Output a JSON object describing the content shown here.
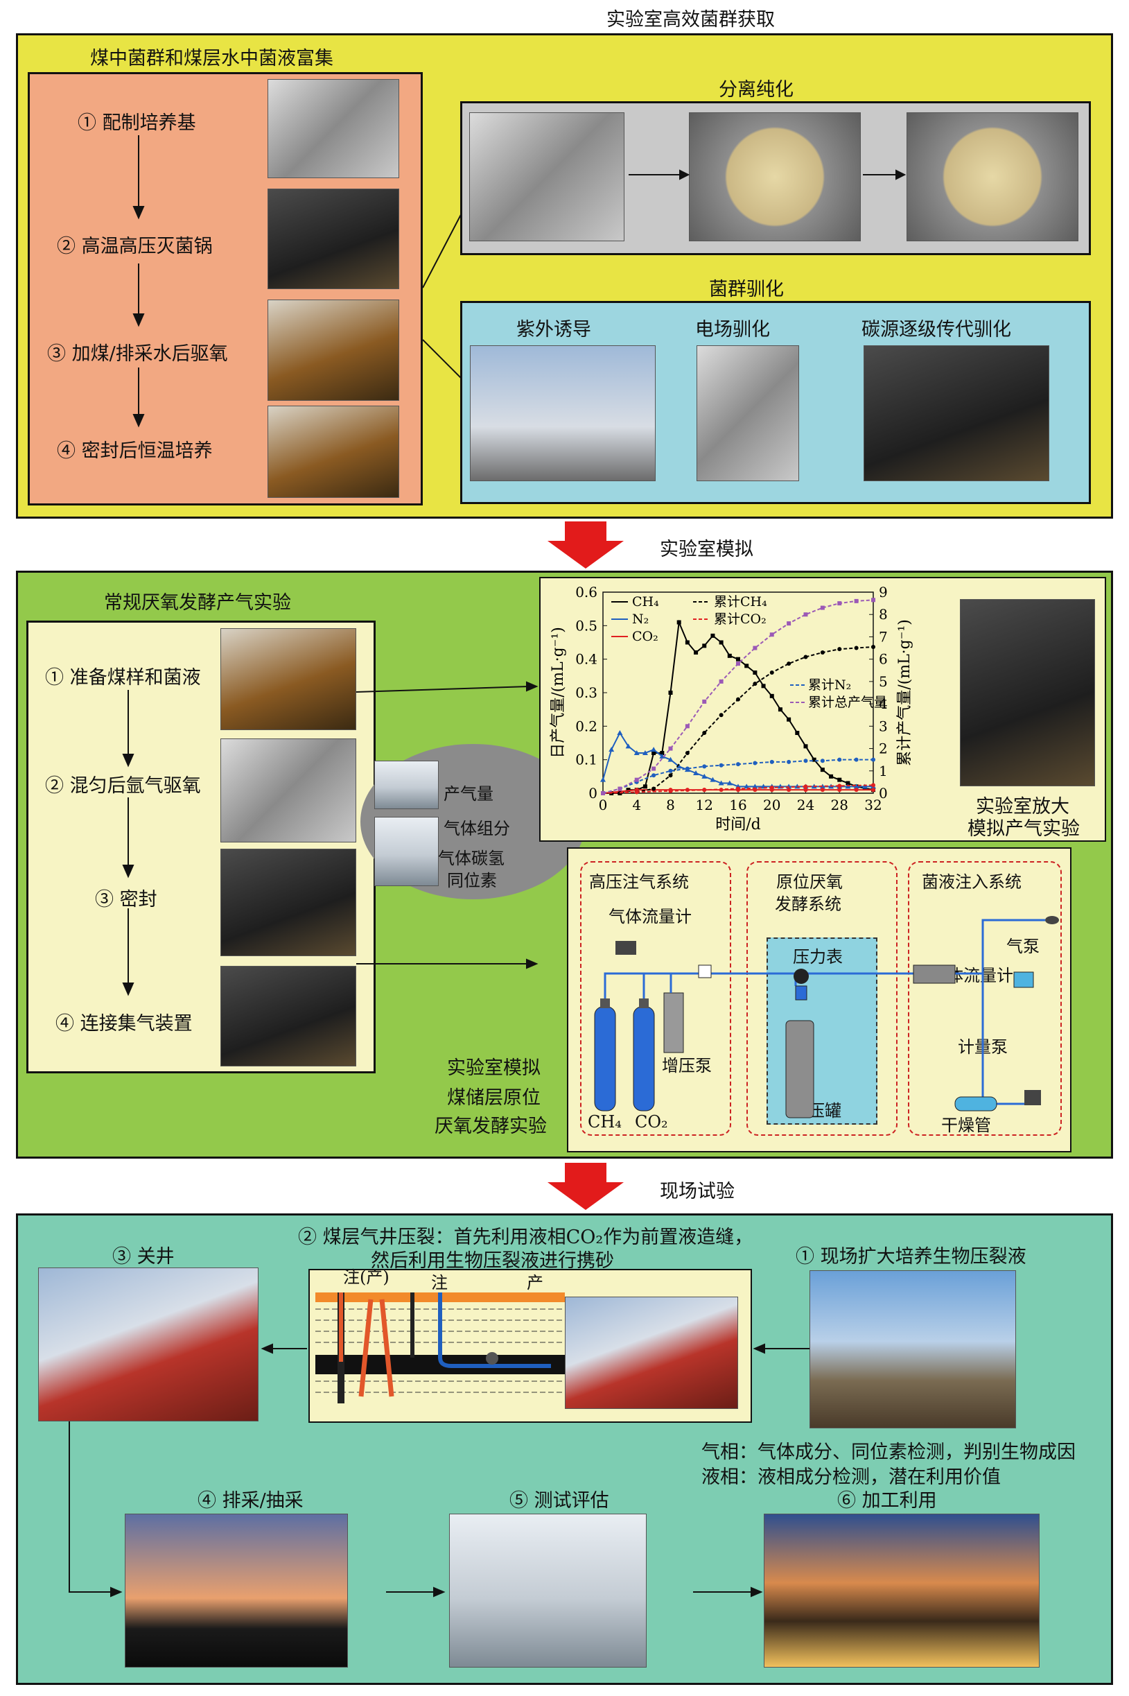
{
  "top_section": {
    "header": "实验室高效菌群获取",
    "enrichment": {
      "title": "煤中菌群和煤层水中菌液富集",
      "steps": [
        "① 配制培养基",
        "② 高温高压灭菌锅",
        "③ 加煤/排采水后驱氧",
        "④ 密封后恒温培养"
      ]
    },
    "isolation": {
      "title": "分离纯化"
    },
    "domestication": {
      "title": "菌群驯化",
      "items": [
        "紫外诱导",
        "电场驯化",
        "碳源逐级传代驯化"
      ]
    }
  },
  "arrow1_label": "实验室模拟",
  "middle_section": {
    "conventional": {
      "title": "常规厌氧发酵产气实验",
      "steps": [
        "① 准备煤样和菌液",
        "② 混匀后氩气驱氧",
        "③ 密封",
        "④ 连接集气装置"
      ]
    },
    "analysis_bubble": [
      "产气量",
      "气体组分",
      "气体碳氢",
      "同位素"
    ],
    "scale_up_label": [
      "实验室放大",
      "模拟产气实验"
    ],
    "sim_label": [
      "实验室模拟",
      "煤储层原位",
      "厌氧发酵实验"
    ],
    "apparatus": {
      "system1": "高压注气系统",
      "system2": [
        "原位厌氧",
        "发酵系统"
      ],
      "system3": "菌液注入系统",
      "labels": {
        "gas_flowmeter": "气体流量计",
        "booster_pump": "增压泵",
        "ch4": "CH₄",
        "co2": "CO₂",
        "pressure_gauge": "压力表",
        "hp_tank": "高压罐",
        "gas_pump": "气泵",
        "liquid_flowmeter": "液体流量计",
        "metering_pump": "计量泵",
        "drying_tube": "干燥管"
      }
    }
  },
  "arrow2_label": "现场试验",
  "bottom_section": {
    "step1": "① 现场扩大培养生物压裂液",
    "step2": [
      "② 煤层气井压裂：首先利用液相CO₂作为前置液造缝，",
      "然后利用生物压裂液进行携砂"
    ],
    "step3": "③ 关井",
    "step4": "④ 排采/抽采",
    "step5": "⑤ 测试评估",
    "step6": "⑥ 加工利用",
    "well_labels": [
      "注(产)",
      "注",
      "产"
    ],
    "notes": [
      "气相：气体成分、同位素检测，判别生物成因",
      "液相：液相成分检测，潜在利用价值"
    ]
  },
  "chart_data": {
    "type": "line",
    "xlabel": "时间/d",
    "ylabel_left": "日产气量/(mL·g⁻¹)",
    "ylabel_right": "累计产气量/(mL·g⁻¹)",
    "x_ticks": [
      0,
      4,
      8,
      12,
      16,
      20,
      24,
      28,
      32
    ],
    "y_left_ticks": [
      0,
      0.1,
      0.2,
      0.3,
      0.4,
      0.5,
      0.6
    ],
    "y_right_ticks": [
      0,
      1,
      2,
      3,
      4,
      5,
      6,
      7,
      8,
      9
    ],
    "xlim": [
      0,
      32
    ],
    "ylim_left": [
      0,
      0.6
    ],
    "ylim_right": [
      0,
      9
    ],
    "legend": [
      "CH₄",
      "N₂",
      "CO₂",
      "累计CH₄",
      "累计CO₂",
      "累计N₂",
      "累计总产气量"
    ],
    "colors": {
      "ch4": "#000000",
      "n2": "#1f5fbf",
      "co2": "#e02020",
      "total": "#9b59b6"
    },
    "series": [
      {
        "name": "CH₄",
        "axis": "left",
        "style": "solid-square",
        "color": "#000000",
        "x": [
          0,
          1,
          2,
          3,
          4,
          5,
          6,
          7,
          8,
          9,
          10,
          11,
          12,
          13,
          14,
          15,
          16,
          17,
          18,
          19,
          20,
          21,
          22,
          23,
          24,
          25,
          26,
          27,
          28,
          29,
          30,
          31,
          32
        ],
        "y": [
          0,
          0,
          0,
          0.01,
          0.01,
          0.02,
          0.12,
          0.12,
          0.3,
          0.51,
          0.45,
          0.42,
          0.44,
          0.47,
          0.45,
          0.41,
          0.4,
          0.38,
          0.36,
          0.32,
          0.29,
          0.25,
          0.22,
          0.18,
          0.14,
          0.1,
          0.07,
          0.05,
          0.04,
          0.03,
          0.02,
          0.015,
          0.01
        ]
      },
      {
        "name": "N₂",
        "axis": "left",
        "style": "solid-triangle",
        "color": "#1f5fbf",
        "x": [
          0,
          1,
          2,
          3,
          4,
          5,
          6,
          7,
          8,
          9,
          10,
          11,
          12,
          13,
          14,
          15,
          16,
          17,
          18,
          19,
          20,
          21,
          22,
          23,
          24,
          25,
          26,
          27,
          28,
          29,
          30,
          31,
          32
        ],
        "y": [
          0.04,
          0.13,
          0.18,
          0.14,
          0.12,
          0.12,
          0.13,
          0.11,
          0.1,
          0.08,
          0.07,
          0.06,
          0.05,
          0.04,
          0.03,
          0.03,
          0.02,
          0.02,
          0.02,
          0.02,
          0.02,
          0.02,
          0.02,
          0.02,
          0.02,
          0.02,
          0.02,
          0.02,
          0.02,
          0.02,
          0.02,
          0.02,
          0.02
        ]
      },
      {
        "name": "CO₂",
        "axis": "left",
        "style": "solid-circle",
        "color": "#e02020",
        "x": [
          0,
          2,
          4,
          6,
          8,
          10,
          12,
          14,
          16,
          18,
          20,
          22,
          24,
          26,
          28,
          30,
          32
        ],
        "y": [
          0,
          0.005,
          0.01,
          0.01,
          0.01,
          0.01,
          0.01,
          0.01,
          0.01,
          0.01,
          0.01,
          0.01,
          0.01,
          0.01,
          0.01,
          0.01,
          0.01
        ]
      },
      {
        "name": "累计CH₄",
        "axis": "right",
        "style": "dash-circle",
        "color": "#000000",
        "x": [
          0,
          2,
          4,
          6,
          8,
          10,
          12,
          14,
          16,
          18,
          20,
          22,
          24,
          26,
          28,
          30,
          32
        ],
        "y": [
          0,
          0,
          0.05,
          0.2,
          0.8,
          1.8,
          2.7,
          3.5,
          4.2,
          4.9,
          5.4,
          5.8,
          6.1,
          6.3,
          6.45,
          6.5,
          6.55
        ]
      },
      {
        "name": "累计CO₂",
        "axis": "right",
        "style": "dash-circle",
        "color": "#e02020",
        "x": [
          0,
          4,
          8,
          12,
          16,
          20,
          24,
          28,
          32
        ],
        "y": [
          0,
          0.05,
          0.1,
          0.15,
          0.2,
          0.25,
          0.3,
          0.33,
          0.36
        ]
      },
      {
        "name": "累计N₂",
        "axis": "right",
        "style": "dash-circle",
        "color": "#1f5fbf",
        "x": [
          0,
          2,
          4,
          6,
          8,
          10,
          12,
          14,
          16,
          18,
          20,
          22,
          24,
          26,
          28,
          30,
          32
        ],
        "y": [
          0,
          0.2,
          0.5,
          0.8,
          1.0,
          1.1,
          1.2,
          1.25,
          1.3,
          1.35,
          1.4,
          1.4,
          1.45,
          1.45,
          1.5,
          1.5,
          1.5
        ]
      },
      {
        "name": "累计总产气量",
        "axis": "right",
        "style": "dash-square",
        "color": "#9b59b6",
        "x": [
          0,
          2,
          4,
          6,
          8,
          10,
          12,
          14,
          16,
          18,
          20,
          22,
          24,
          26,
          28,
          30,
          32
        ],
        "y": [
          0,
          0.2,
          0.6,
          1.1,
          2.0,
          3.0,
          4.1,
          5.0,
          5.8,
          6.5,
          7.1,
          7.6,
          8.0,
          8.3,
          8.5,
          8.6,
          8.65
        ]
      }
    ]
  }
}
